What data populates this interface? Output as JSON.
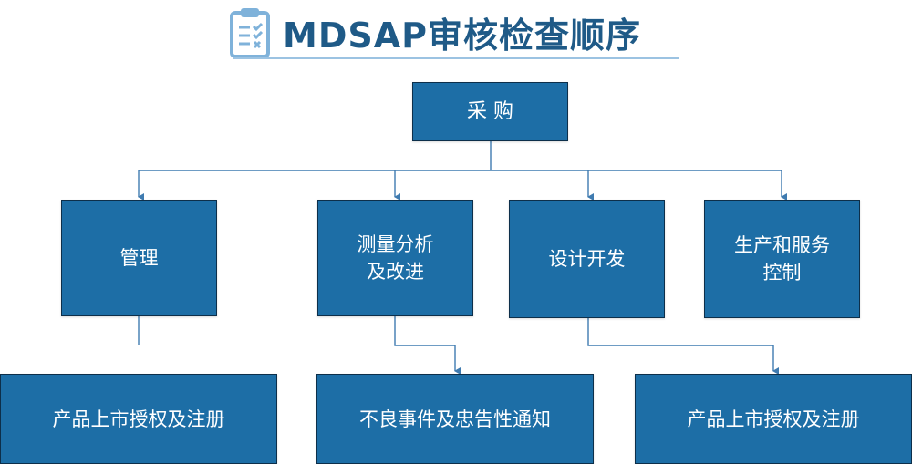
{
  "title": "MDSAP审核检查顺序",
  "icons": {
    "title": "clipboard-checklist-icon"
  },
  "colors": {
    "node_fill": "#1d6ea6",
    "node_border": "#0d2f4a",
    "title": "#1f5a87",
    "connector": "#3f7bb0"
  },
  "nodes": {
    "purchasing": "采 购",
    "management": "管理",
    "measurement": [
      "测量分析",
      "及改进"
    ],
    "design": "设计开发",
    "production": [
      "生产和服务",
      "控制"
    ],
    "market_auth_left": "产品上市授权及注册",
    "adverse_events": "不良事件及忠告性通知",
    "market_auth_right": "产品上市授权及注册"
  }
}
